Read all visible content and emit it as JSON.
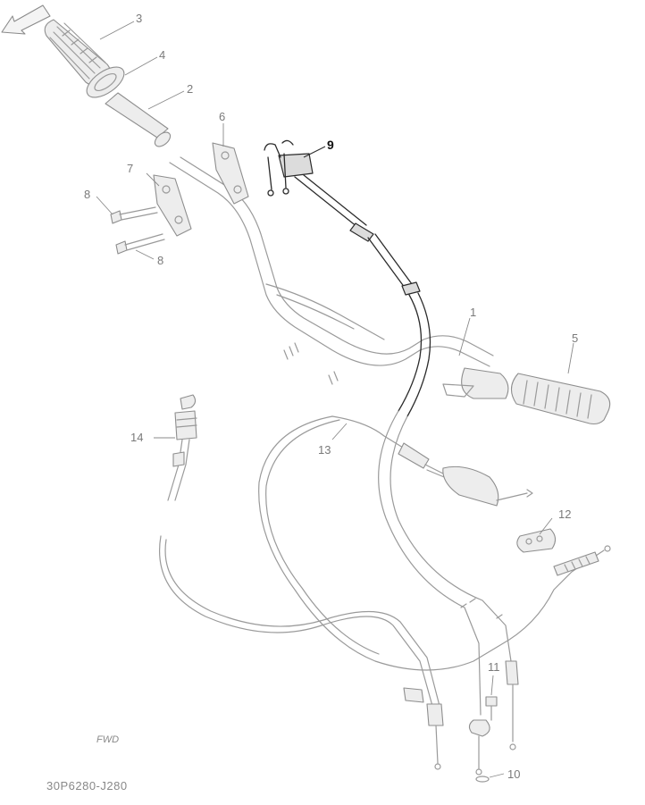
{
  "diagram": {
    "callouts": {
      "c1": "1",
      "c2": "2",
      "c3": "3",
      "c4": "4",
      "c5": "5",
      "c6": "6",
      "c7": "7",
      "c8a": "8",
      "c8b": "8",
      "c9": "9",
      "c10": "10",
      "c11": "11",
      "c12": "12",
      "c13": "13",
      "c14": "14"
    },
    "fwd_label": "FWD",
    "drawing_code": "30P6280-J280"
  }
}
